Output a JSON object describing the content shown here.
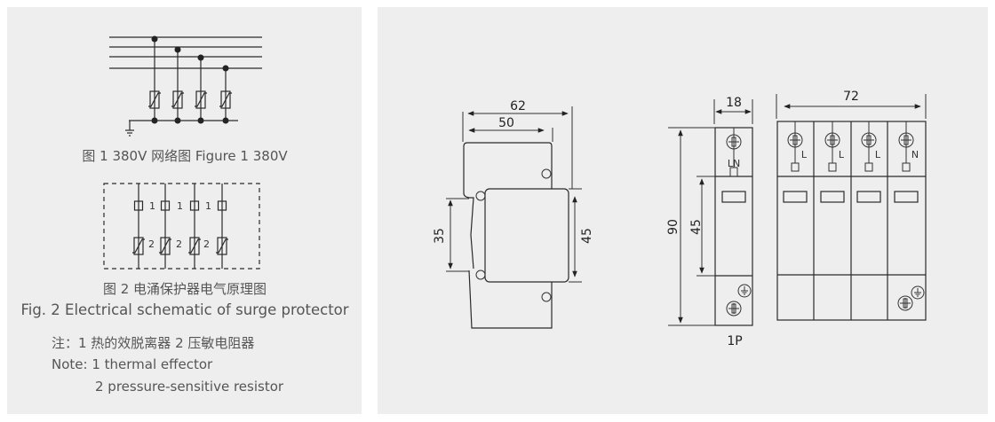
{
  "colors": {
    "panel_bg": "#eeeeee",
    "line": "#2a2a2a",
    "caption_text": "#555555"
  },
  "figure1": {
    "caption": "图 1 380V 网络图 Figure 1 380V"
  },
  "figure2": {
    "labels": {
      "thermal": "1",
      "varistor": "2"
    },
    "caption_cn": "图 2 电涌保护器电气原理图",
    "caption_en": "Fig. 2 Electrical schematic of surge protector"
  },
  "note": {
    "line_cn": "注：1 热的效脱离器  2 压敏电阻器",
    "line_en1": "Note: 1 thermal effector",
    "line_en2": "2 pressure-sensitive resistor"
  },
  "side_view": {
    "dim_total_depth": "62",
    "dim_depth": "50",
    "dim_rail": "35",
    "dim_front": "45"
  },
  "view_1p": {
    "dim_width": "18",
    "dim_height": "90",
    "dim_front": "45",
    "terminal_label": "LN",
    "caption": "1P"
  },
  "view_4p": {
    "dim_width": "72",
    "terminal_labels": [
      "L",
      "L",
      "L",
      "N"
    ]
  }
}
